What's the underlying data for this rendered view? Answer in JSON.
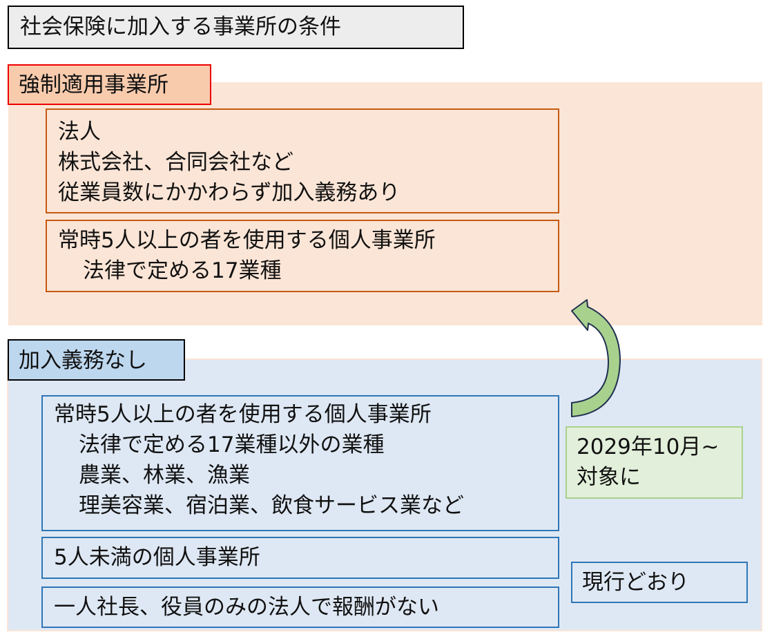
{
  "title": "社会保険に加入する事業所の条件",
  "mandatory": {
    "label": "強制適用事業所",
    "box1": [
      "法人",
      "株式会社、合同会社など",
      "従業員数にかかわらず加入義務あり"
    ],
    "box2": [
      "常時5人以上の者を使用する個人事業所",
      "法律で定める17業種"
    ]
  },
  "optional": {
    "label": "加入義務なし",
    "box1": [
      "常時5人以上の者を使用する個人事業所",
      "法律で定める17業種以外の業種",
      "農業、林業、漁業",
      "理美容業、宿泊業、飲食サービス業など"
    ],
    "box2": "5人未満の個人事業所",
    "box3": "一人社長、役員のみの法人で報酬がない"
  },
  "change_note": [
    "2029年10月~",
    "対象に"
  ],
  "current_note": "現行どおり",
  "colors": {
    "arrow": "#a9d18e",
    "orange_bg": "#fbe5d6",
    "blue_bg": "#dee8f4"
  }
}
